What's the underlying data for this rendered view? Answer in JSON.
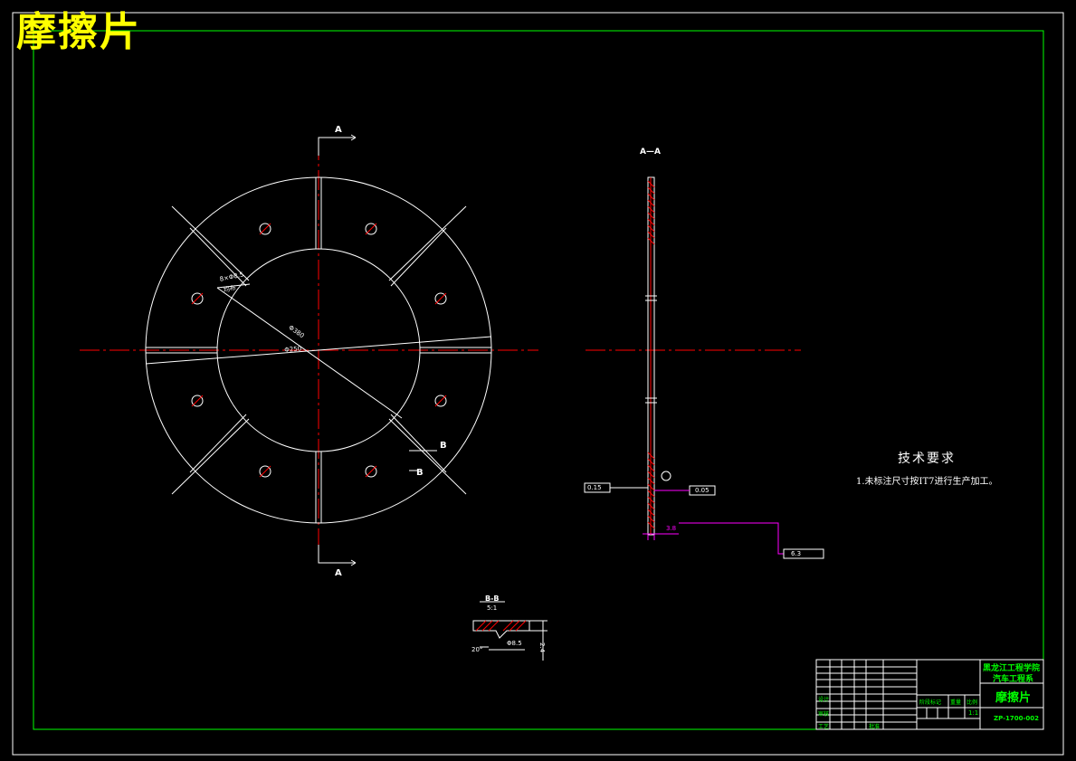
{
  "title": "摩擦片",
  "views": {
    "section_mark_top": "A",
    "section_mark_bottom": "A",
    "section_view_title": "A—A",
    "detail_label": "B",
    "detail_mark": "B",
    "detail_view_title": "B-B",
    "detail_view_scale": "5:1"
  },
  "dimensions": {
    "hole_callout": "8×Φ8.5",
    "hole_callout_sub": "均布",
    "dia_outer": "Φ380",
    "dia_inner": "Φ250",
    "flatness": "0.15",
    "parallelism": "0.05",
    "thickness": "3.8",
    "roughness": "6.3",
    "detail_dim_1": "20°",
    "detail_dim_2": "Φ8.5",
    "detail_dim_3": "2.4"
  },
  "technical_requirements": {
    "title": "技术要求",
    "items": [
      "1.未标注尺寸按IT7进行生产加工。"
    ]
  },
  "title_block": {
    "school": "黑龙江工程学院",
    "department": "汽车工程系",
    "part_name": "摩擦片",
    "drawing_no": "ZP-1700-002",
    "scale": "1:1",
    "labels": {
      "design": "设计",
      "check": "审核",
      "process": "工艺",
      "approve": "批准",
      "stage_mark": "阶段标记",
      "weight": "重量",
      "scale_label": "比例"
    }
  },
  "colors": {
    "background": "#000000",
    "geometry": "#ffffff",
    "centerline": "#ff0000",
    "dimension": "#ff00ff",
    "frame": "#00ff00",
    "title": "#ffff00"
  }
}
